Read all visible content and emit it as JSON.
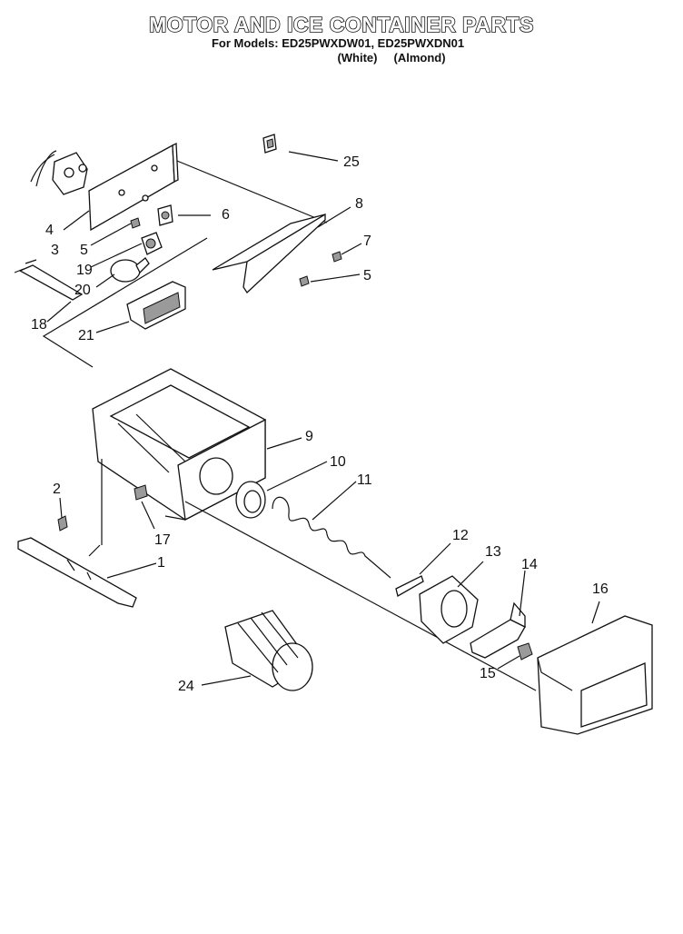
{
  "header": {
    "title": "MOTOR AND ICE CONTAINER PARTS",
    "models_label": "For Models: ED25PWXDW01, ED25PWXDN01",
    "variant_white": "(White)",
    "variant_almond": "(Almond)"
  },
  "callouts": {
    "c1": "1",
    "c2": "2",
    "c3": "3",
    "c4": "4",
    "c5a": "5",
    "c5b": "5",
    "c6": "6",
    "c7": "7",
    "c8": "8",
    "c9": "9",
    "c10": "10",
    "c11": "11",
    "c12": "12",
    "c13": "13",
    "c14": "14",
    "c15": "15",
    "c16": "16",
    "c17": "17",
    "c18": "18",
    "c19": "19",
    "c20": "20",
    "c21": "21",
    "c24": "24",
    "c25": "25"
  }
}
